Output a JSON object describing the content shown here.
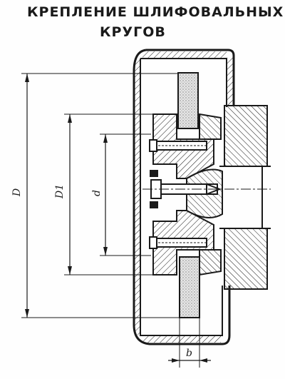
{
  "title": {
    "line1": "КРЕПЛЕНИЕ ШЛИФОВАЛЬНЫХ",
    "line2": "КРУГОВ"
  },
  "dimensions": {
    "outer_diameter": "D",
    "flange_diameter": "D1",
    "bore_diameter": "d",
    "wheel_width": "b"
  },
  "colors": {
    "ink": "#1a1a1a",
    "paper": "#fefefe",
    "abrasive": "#cfcfcf"
  }
}
